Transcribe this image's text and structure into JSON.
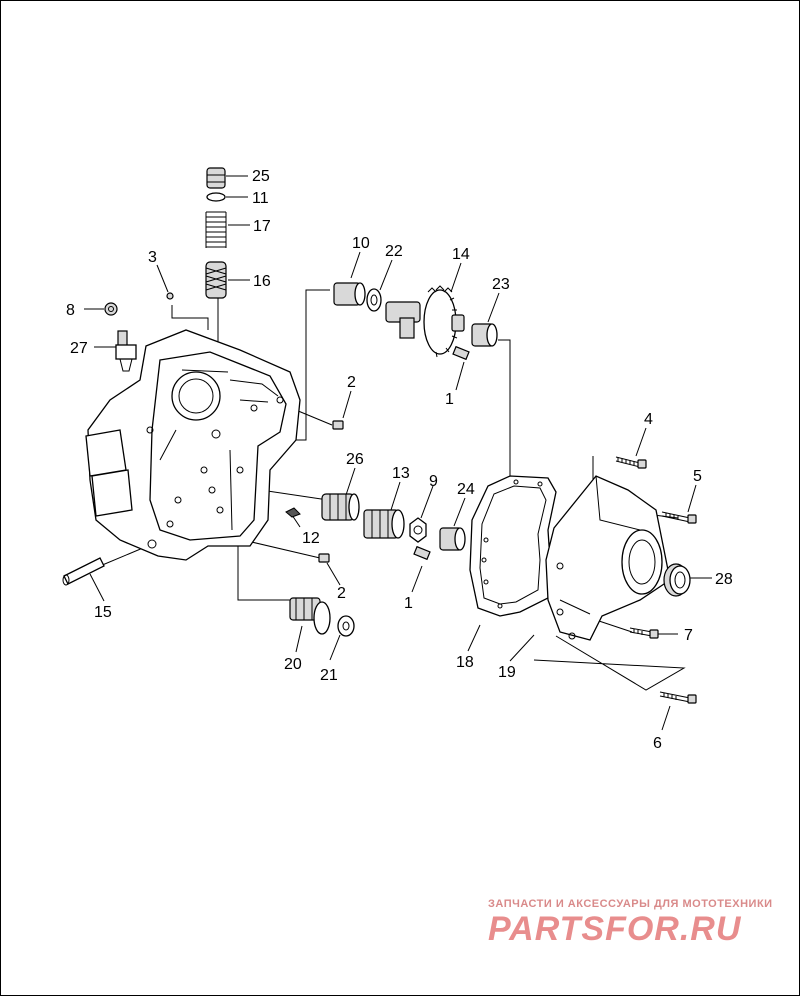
{
  "callouts": [
    {
      "id": "25",
      "text": "25"
    },
    {
      "id": "11",
      "text": "11"
    },
    {
      "id": "17",
      "text": "17"
    },
    {
      "id": "16",
      "text": "16"
    },
    {
      "id": "3",
      "text": "3"
    },
    {
      "id": "8",
      "text": "8"
    },
    {
      "id": "27",
      "text": "27"
    },
    {
      "id": "10",
      "text": "10"
    },
    {
      "id": "22",
      "text": "22"
    },
    {
      "id": "14",
      "text": "14"
    },
    {
      "id": "23",
      "text": "23"
    },
    {
      "id": "2a",
      "text": "2"
    },
    {
      "id": "1a",
      "text": "1"
    },
    {
      "id": "4",
      "text": "4"
    },
    {
      "id": "5",
      "text": "5"
    },
    {
      "id": "26",
      "text": "26"
    },
    {
      "id": "13",
      "text": "13"
    },
    {
      "id": "9",
      "text": "9"
    },
    {
      "id": "24",
      "text": "24"
    },
    {
      "id": "12",
      "text": "12"
    },
    {
      "id": "2b",
      "text": "2"
    },
    {
      "id": "1b",
      "text": "1"
    },
    {
      "id": "28",
      "text": "28"
    },
    {
      "id": "15",
      "text": "15"
    },
    {
      "id": "20",
      "text": "20"
    },
    {
      "id": "21",
      "text": "21"
    },
    {
      "id": "18",
      "text": "18"
    },
    {
      "id": "19",
      "text": "19"
    },
    {
      "id": "7",
      "text": "7"
    },
    {
      "id": "6",
      "text": "6"
    }
  ],
  "watermark": {
    "tagline": "ЗАПЧАСТИ И АКСЕССУАРЫ ДЛЯ МОТОТЕХНИКИ",
    "logo": "PARTSFOR.RU",
    "color": "#e88d8d"
  }
}
